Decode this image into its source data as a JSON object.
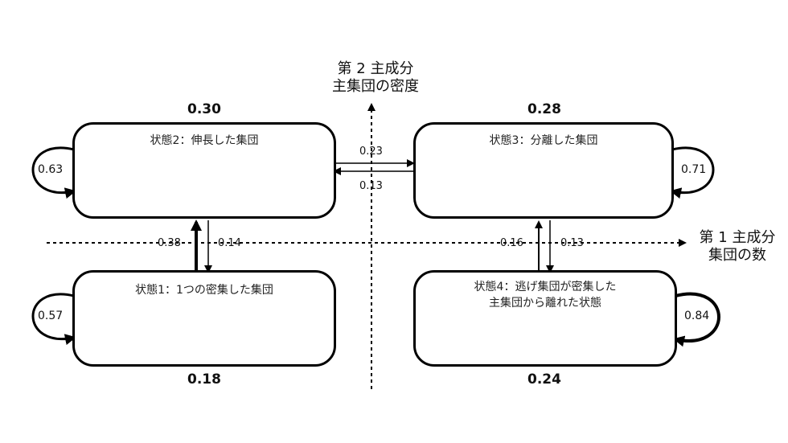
{
  "axes": {
    "pc2_line1": "第 2 主成分",
    "pc2_line2": "主集団の密度",
    "pc1_line1": "第 1 主成分",
    "pc1_line2": "集団の数"
  },
  "states": {
    "s1": {
      "label": "状態1：1つの密集した集団",
      "probability": "0.18",
      "self_loop": "0.57"
    },
    "s2": {
      "label": "状態2：伸長した集団",
      "probability": "0.30",
      "self_loop": "0.63"
    },
    "s3": {
      "label": "状態3：分離した集団",
      "probability": "0.28",
      "self_loop": "0.71"
    },
    "s4": {
      "label_line1": "状態4：逃げ集団が密集した",
      "label_line2": "主集団から離れた状態",
      "probability": "0.24",
      "self_loop": "0.84"
    }
  },
  "transitions": {
    "s2_to_s3": "0.23",
    "s3_to_s2": "0.13",
    "s1_to_s2": "0.38",
    "s2_to_s1": "0.14",
    "s4_to_s3": "0.16",
    "s3_to_s4": "0.13"
  }
}
